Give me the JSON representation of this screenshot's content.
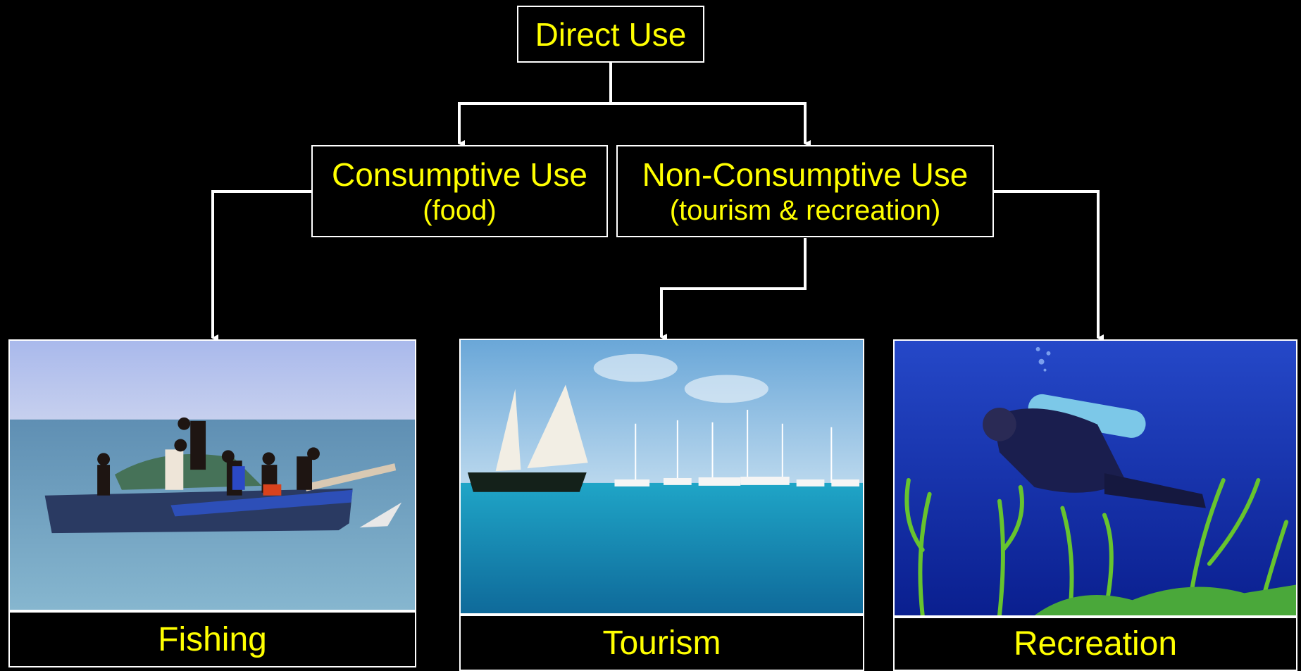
{
  "root": {
    "label": "Direct Use"
  },
  "branches": [
    {
      "label": "Consumptive Use",
      "sublabel": "(food)"
    },
    {
      "label": "Non-Consumptive Use",
      "sublabel": "(tourism & recreation)"
    }
  ],
  "leaves": [
    {
      "caption": "Fishing",
      "image": "fishermen-on-boat-photo"
    },
    {
      "caption": "Tourism",
      "image": "sailboats-at-sea-photo"
    },
    {
      "caption": "Recreation",
      "image": "scuba-diver-reef-photo"
    }
  ],
  "colors": {
    "background": "#000000",
    "text": "#ffff00",
    "lines": "#ffffff"
  }
}
